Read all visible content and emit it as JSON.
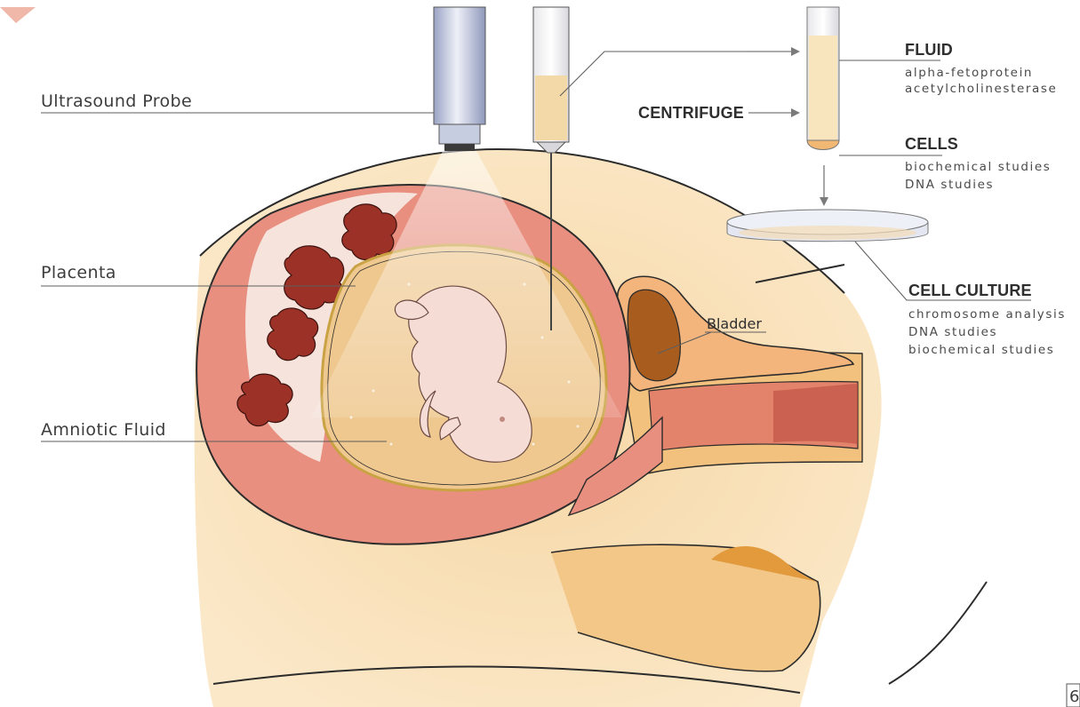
{
  "labels": {
    "ultrasound_probe": "Ultrasound Probe",
    "placenta": "Placenta",
    "amniotic_fluid": "Amniotic Fluid",
    "bladder": "Bladder",
    "centrifuge": "CENTRIFUGE",
    "fluid": {
      "heading": "FLUID",
      "lines": [
        "alpha-fetoprotein",
        "acetylcholinesterase"
      ]
    },
    "cells": {
      "heading": "CELLS",
      "lines": [
        "biochemical studies",
        "DNA studies"
      ]
    },
    "cell_culture": {
      "heading": "CELL CULTURE",
      "lines": [
        "chromosome analysis",
        "DNA studies",
        "biochemical studies"
      ]
    },
    "page_number": "6"
  },
  "colors": {
    "skin": "#f6d7a6",
    "uterus": "#e98f80",
    "placenta": "#9c3127",
    "amniotic_fluid": "#efc88f",
    "fetus": "#f5ddd6",
    "bladder": "#c2782f",
    "probe": "#d7dcec",
    "cells_pellet": "#f1b874"
  }
}
